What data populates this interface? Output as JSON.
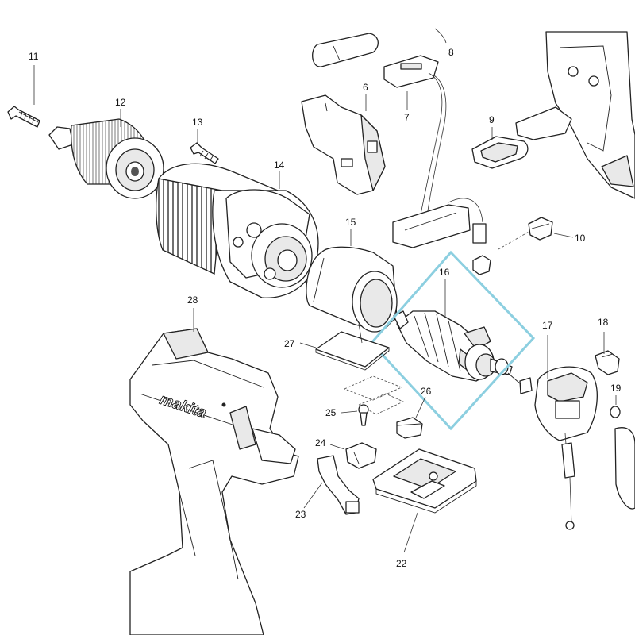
{
  "diagram": {
    "brand_text": "makita",
    "highlight_color": "#8ccfe0",
    "line_color": "#222222",
    "callouts": [
      {
        "id": "11",
        "label": "11"
      },
      {
        "id": "12",
        "label": "12"
      },
      {
        "id": "13",
        "label": "13"
      },
      {
        "id": "14",
        "label": "14"
      },
      {
        "id": "15",
        "label": "15"
      },
      {
        "id": "6",
        "label": "6"
      },
      {
        "id": "7",
        "label": "7"
      },
      {
        "id": "8",
        "label": "8"
      },
      {
        "id": "9",
        "label": "9"
      },
      {
        "id": "10",
        "label": "10"
      },
      {
        "id": "16",
        "label": "16"
      },
      {
        "id": "17",
        "label": "17"
      },
      {
        "id": "18",
        "label": "18"
      },
      {
        "id": "19",
        "label": "19"
      },
      {
        "id": "27",
        "label": "27"
      },
      {
        "id": "28",
        "label": "28"
      },
      {
        "id": "26",
        "label": "26"
      },
      {
        "id": "25",
        "label": "25"
      },
      {
        "id": "24",
        "label": "24"
      },
      {
        "id": "23",
        "label": "23"
      },
      {
        "id": "22",
        "label": "22"
      }
    ]
  }
}
